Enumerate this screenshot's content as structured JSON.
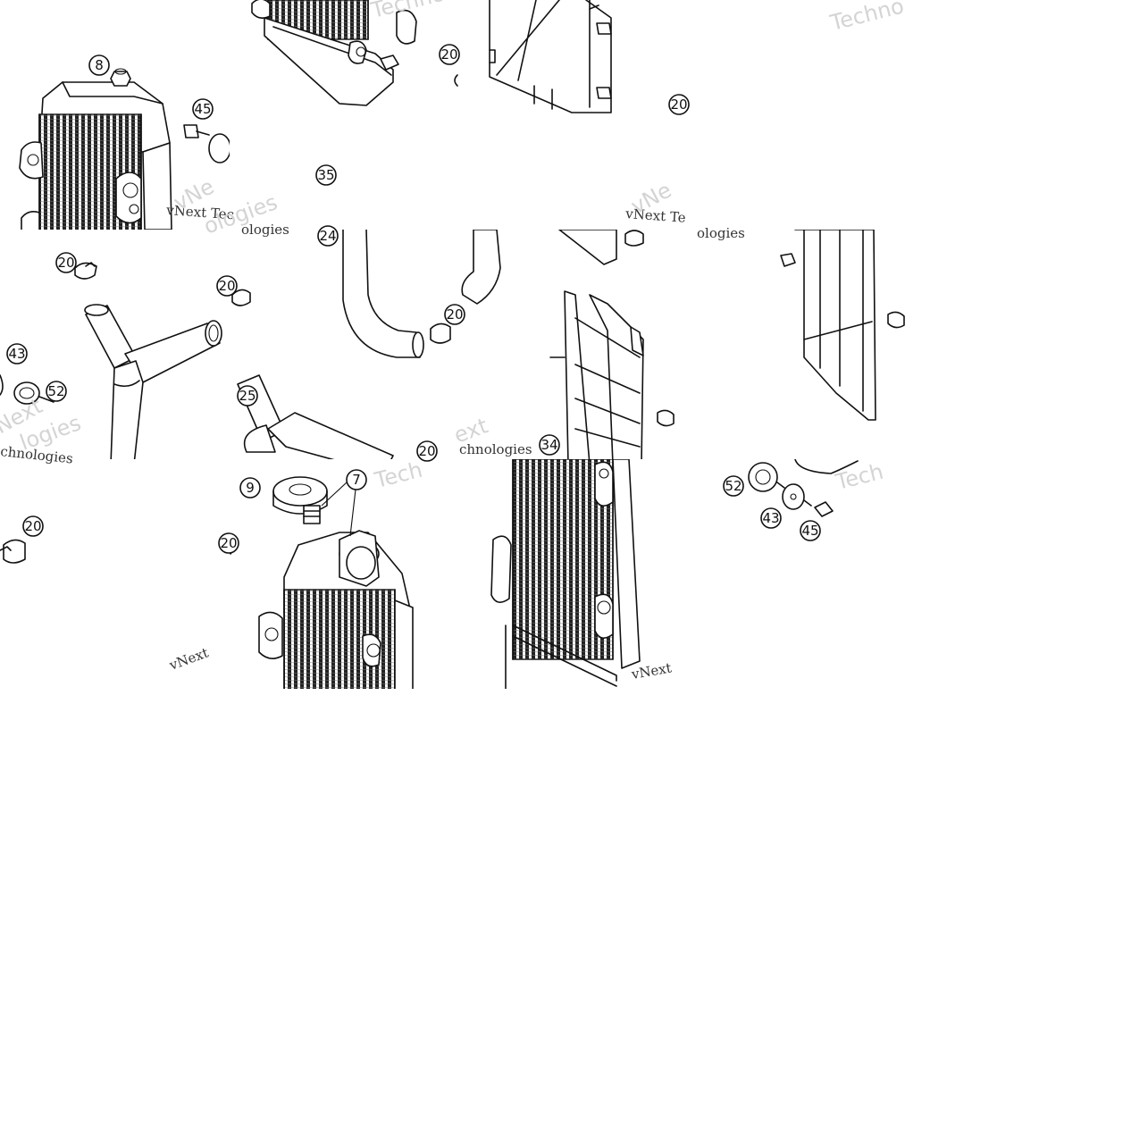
{
  "callouts": [
    "8",
    "45",
    "20",
    "20",
    "35",
    "24",
    "20",
    "43",
    "52",
    "25",
    "20",
    "20",
    "34",
    "52",
    "43",
    "45",
    "20",
    "9",
    "7",
    "20",
    "20"
  ],
  "watermark": {
    "technologies_a": "Techno",
    "technologies_b": "Techno",
    "vnext_a": "vNext Tec",
    "vnext_b": "vNext Te",
    "vnext_c": "vNext",
    "vnext_d": "vNext",
    "logies_a": "ologies",
    "logies_b": "ologies",
    "tech_a": "Tech",
    "tech_b": "Tech",
    "next_a": "ext",
    "chnologies": "chnologies",
    "chnologies_b": "chnologies",
    "big_a": "vNe",
    "big_b": "ologies",
    "big_c": "vNe",
    "big_d": "Next",
    "big_e": "logies"
  }
}
